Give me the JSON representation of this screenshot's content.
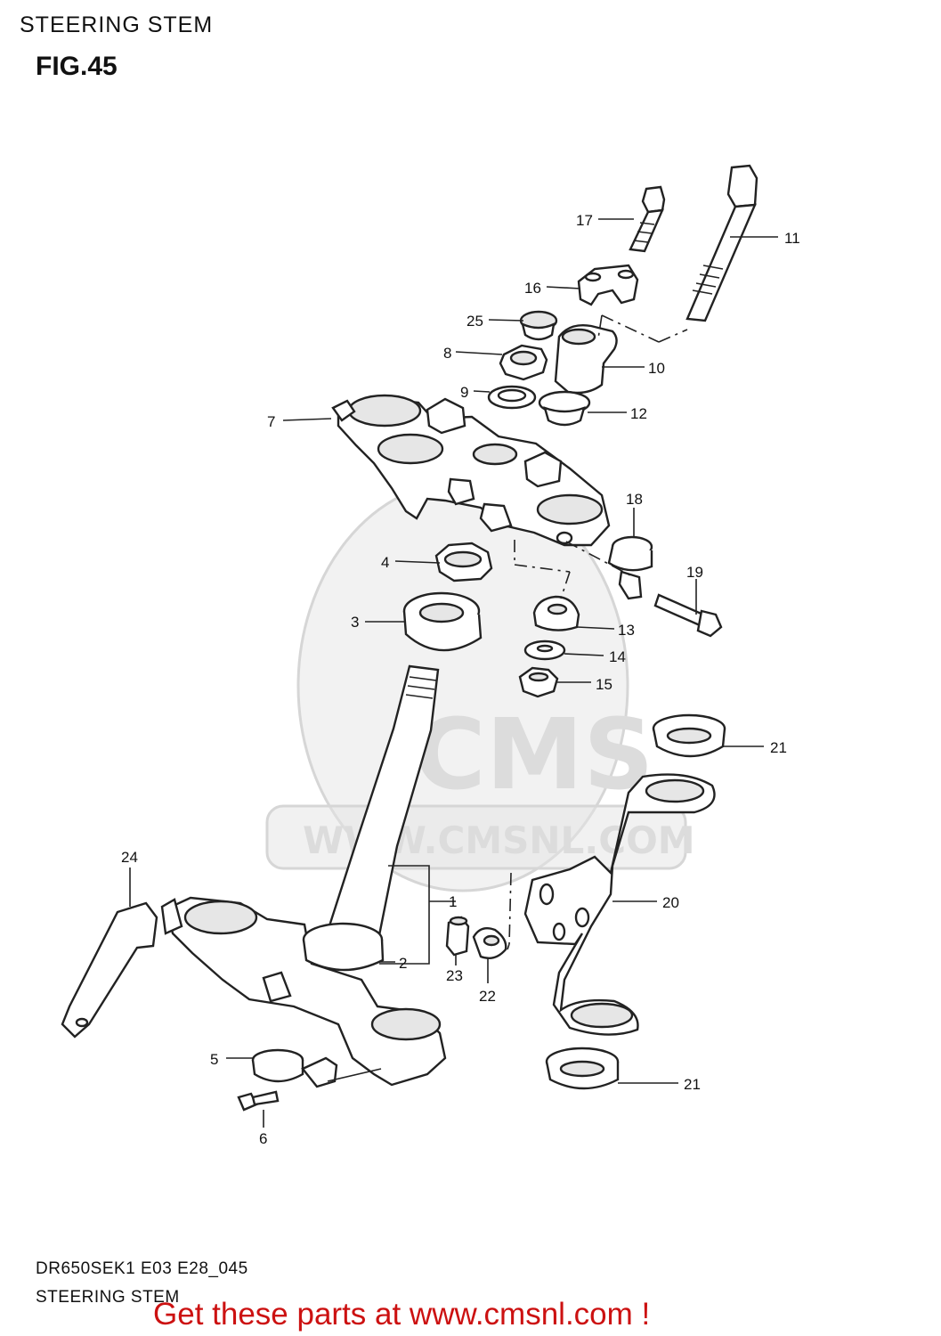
{
  "header": {
    "section_title": "STEERING STEM",
    "figure_label": "FIG.45"
  },
  "footer": {
    "model_code": "DR650SEK1 E03 E28_045",
    "caption": "STEERING STEM"
  },
  "promo": {
    "text": "Get these parts at www.cmsnl.com !",
    "color": "#cc1111"
  },
  "watermark": {
    "brand": "CMS",
    "url": "WWW.CMSNL.COM"
  },
  "callouts": [
    "1",
    "2",
    "3",
    "4",
    "5",
    "6",
    "7",
    "8",
    "9",
    "10",
    "11",
    "12",
    "13",
    "14",
    "15",
    "16",
    "17",
    "18",
    "19",
    "20",
    "21",
    "21",
    "22",
    "23",
    "24",
    "25"
  ]
}
